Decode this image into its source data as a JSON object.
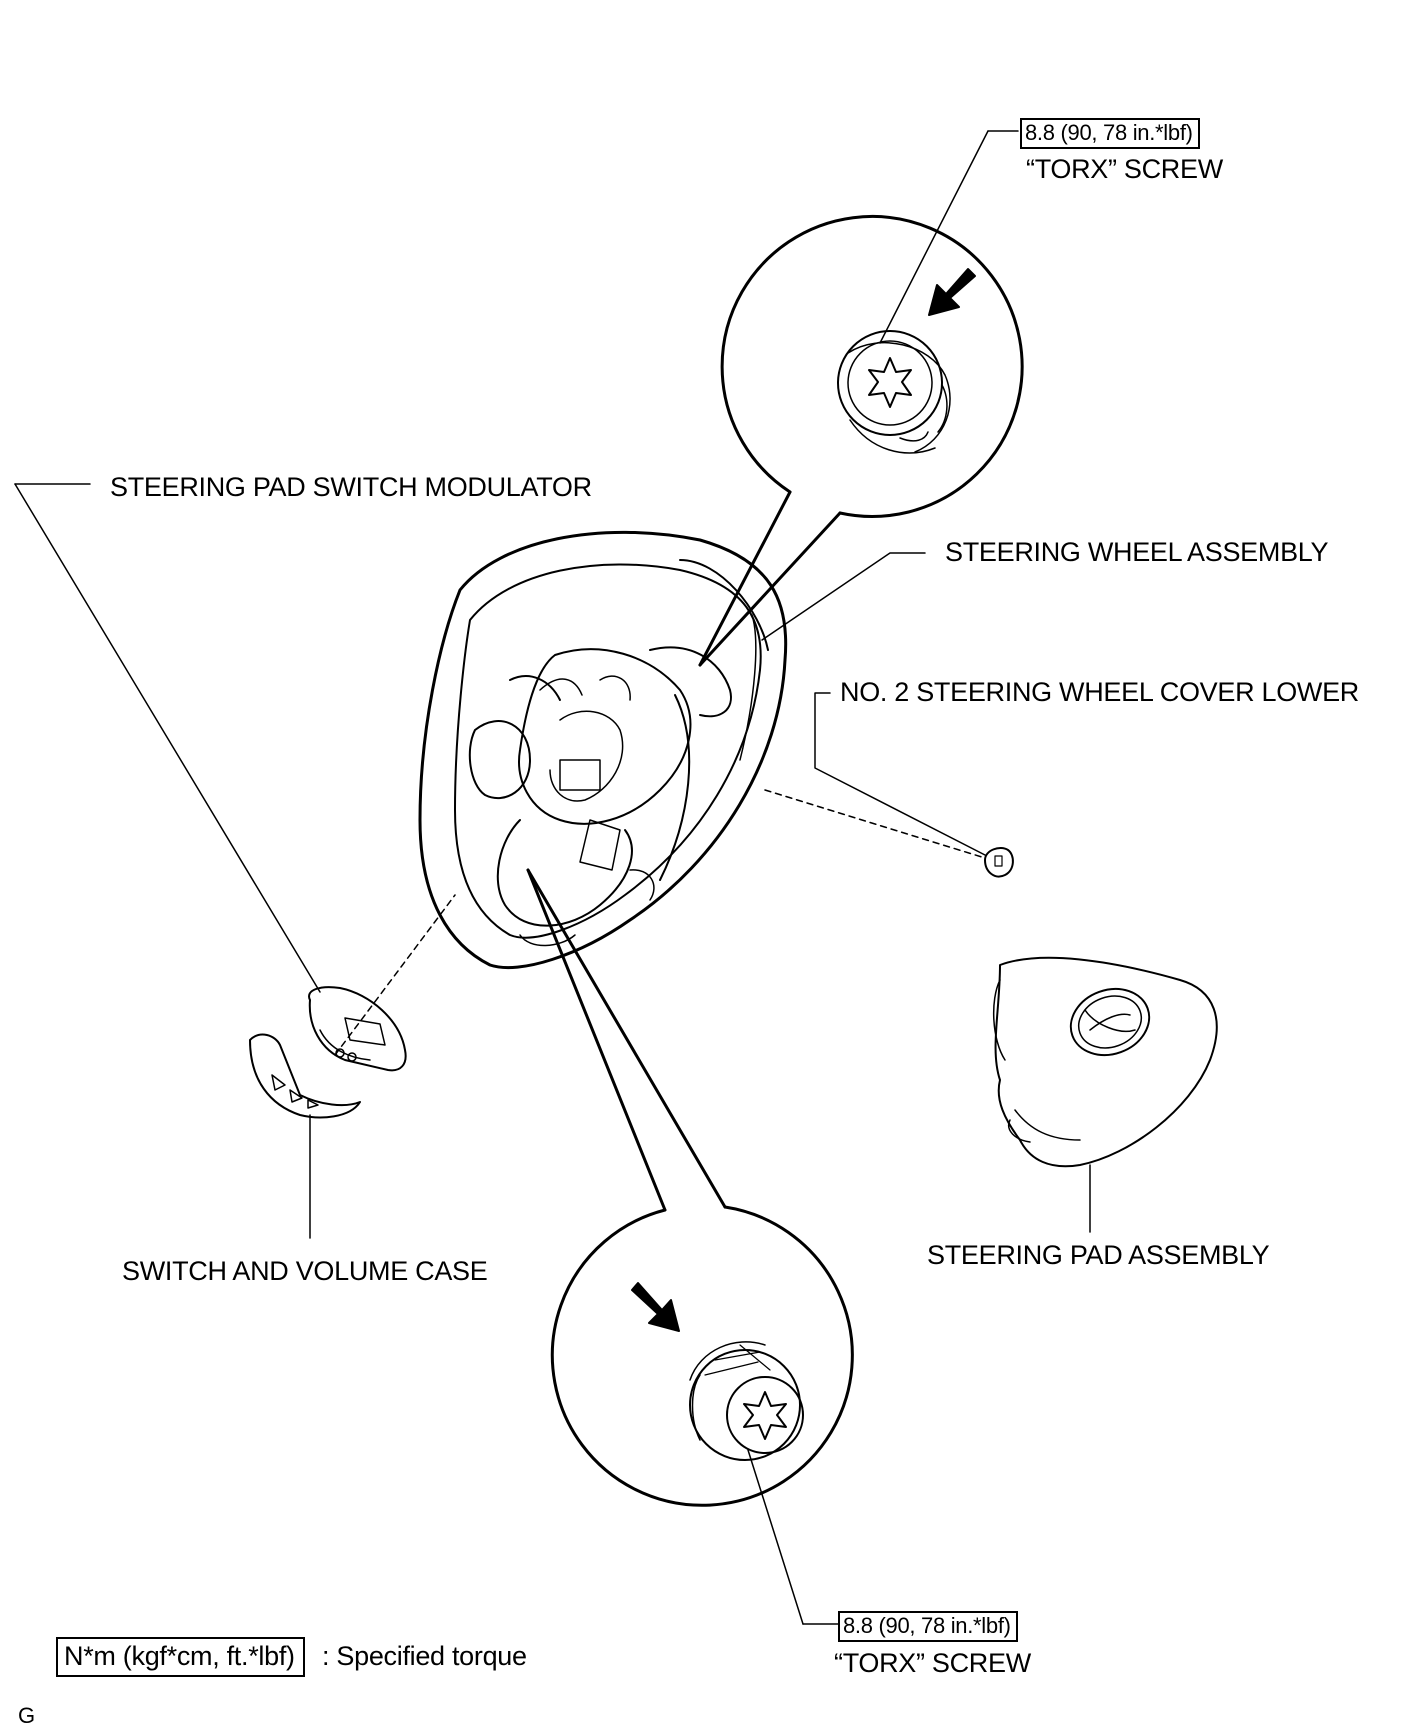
{
  "labels": {
    "torx_top_value": "8.8 (90, 78 in.*lbf)",
    "torx_top_name": "“TORX” SCREW",
    "modulator": "STEERING PAD SWITCH MODULATOR",
    "wheel_assembly": "STEERING WHEEL ASSEMBLY",
    "cover_lower": "NO. 2 STEERING WHEEL COVER LOWER",
    "volume_case": "SWITCH AND VOLUME CASE",
    "pad_assembly": "STEERING PAD ASSEMBLY",
    "torx_bottom_value": "8.8 (90, 78 in.*lbf)",
    "torx_bottom_name": "“TORX” SCREW"
  },
  "legend": {
    "unit": "N*m (kgf*cm, ft.*lbf)",
    "text": ": Specified torque"
  },
  "corner_mark": "G"
}
